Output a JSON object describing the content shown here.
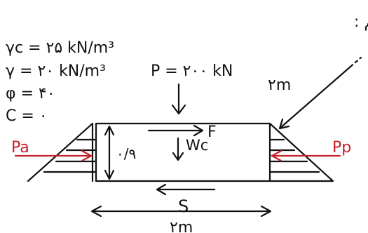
{
  "header_note": "ادبر پی را ترسیم می کنیم :",
  "params": {
    "gamma_c": "γc = ۲۵ kN/m³",
    "gamma": "γ = ۲۰ kN/m³",
    "phi": "φ = ۴۰",
    "c": "C = ۰"
  },
  "load": {
    "p_label": "P = ۲۰۰ kN",
    "f_label": "F",
    "wc_label": "Wc"
  },
  "dimensions": {
    "height": "۰/۹",
    "diag_dim": "۲m",
    "width_dim": "۲m"
  },
  "pressures": {
    "active": "Pa",
    "passive": "Pp",
    "active_color": "#c8202a",
    "passive_color": "#c8202a"
  },
  "friction": {
    "s_label": "S"
  }
}
